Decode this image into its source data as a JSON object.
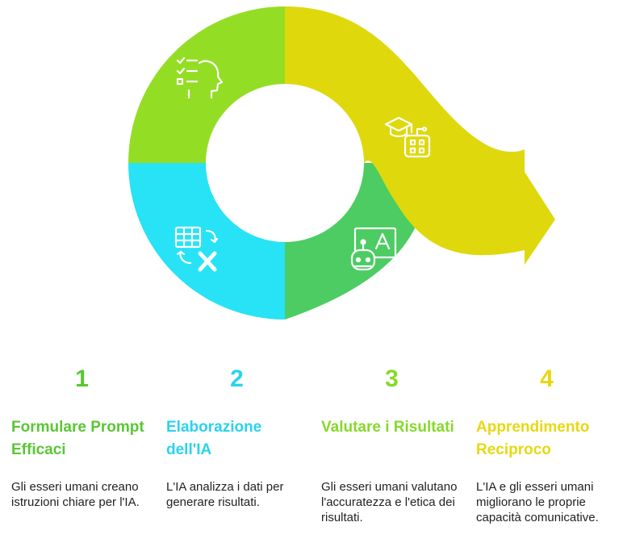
{
  "colors": {
    "step1": "#94dd25",
    "step2": "#27e3f5",
    "step3": "#4ccc62",
    "step4": "#dfd80d",
    "step1_text": "#59c733",
    "step2_text": "#2bd2ee",
    "step3_text": "#86d92a",
    "step4_text": "#e8d812"
  },
  "icons": {
    "step1": "checklist-head-icon",
    "step2": "spreadsheet-arrows-x-icon",
    "step3": "robot-board-letter-a-icon",
    "step4": "graduation-cap-robot-icon"
  },
  "steps": [
    {
      "number": "1",
      "title": "Formulare Prompt Efficaci",
      "description": "Gli esseri umani creano istruzioni chiare per l'IA."
    },
    {
      "number": "2",
      "title": "Elaborazione dell'IA",
      "description": "L'IA analizza i dati per generare risultati."
    },
    {
      "number": "3",
      "title": "Valutare i Risultati",
      "description": "Gli esseri umani valutano l'accuratezza e l'etica dei risultati."
    },
    {
      "number": "4",
      "title": "Apprendimento Reciproco",
      "description": "L'IA e gli esseri umani migliorano le proprie capacità comunicative."
    }
  ]
}
